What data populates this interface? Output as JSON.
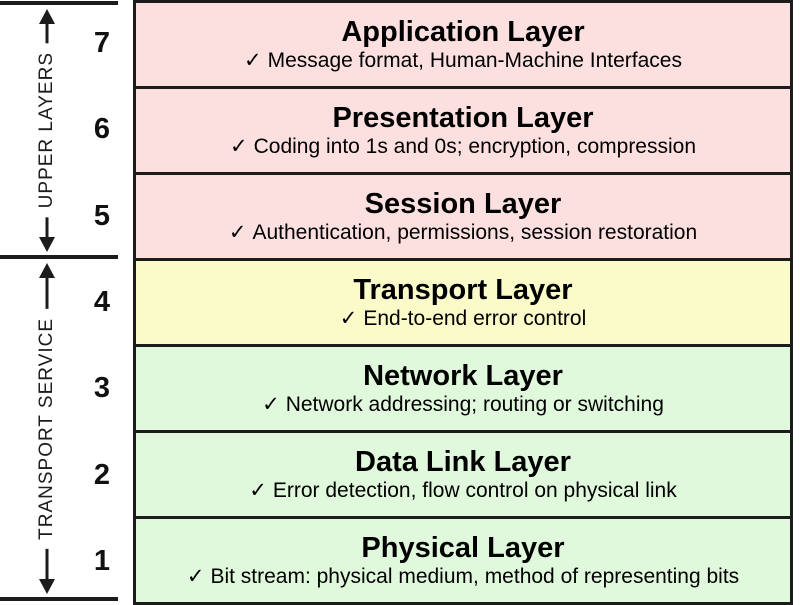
{
  "check_glyph": "✓",
  "groups": [
    {
      "label": "UPPER LAYERS",
      "layer_numbers": [
        "7",
        "6",
        "5"
      ]
    },
    {
      "label": "TRANSPORT SERVICE",
      "layer_numbers": [
        "4",
        "3",
        "2",
        "1"
      ]
    }
  ],
  "layers": [
    {
      "number": "7",
      "title": "Application Layer",
      "description": "Message format, Human-Machine Interfaces",
      "group": "UPPER LAYERS"
    },
    {
      "number": "6",
      "title": "Presentation Layer",
      "description": "Coding into 1s and 0s; encryption, compression",
      "group": "UPPER LAYERS"
    },
    {
      "number": "5",
      "title": "Session Layer",
      "description": "Authentication, permissions, session restoration",
      "group": "UPPER LAYERS"
    },
    {
      "number": "4",
      "title": "Transport Layer",
      "description": "End-to-end error control",
      "group": "TRANSPORT SERVICE"
    },
    {
      "number": "3",
      "title": "Network Layer",
      "description": "Network addressing; routing or switching",
      "group": "TRANSPORT SERVICE"
    },
    {
      "number": "2",
      "title": "Data Link Layer",
      "description": "Error detection, flow control on physical link",
      "group": "TRANSPORT SERVICE"
    },
    {
      "number": "1",
      "title": "Physical Layer",
      "description": "Bit stream: physical medium, method of representing bits",
      "group": "TRANSPORT SERVICE"
    }
  ],
  "colors": {
    "upper_layers_bg": "#fce0e0",
    "transport_layer_bg": "#fbfbca",
    "lower_layers_bg": "#e0f9dc",
    "ink": "#1c1c1c"
  }
}
